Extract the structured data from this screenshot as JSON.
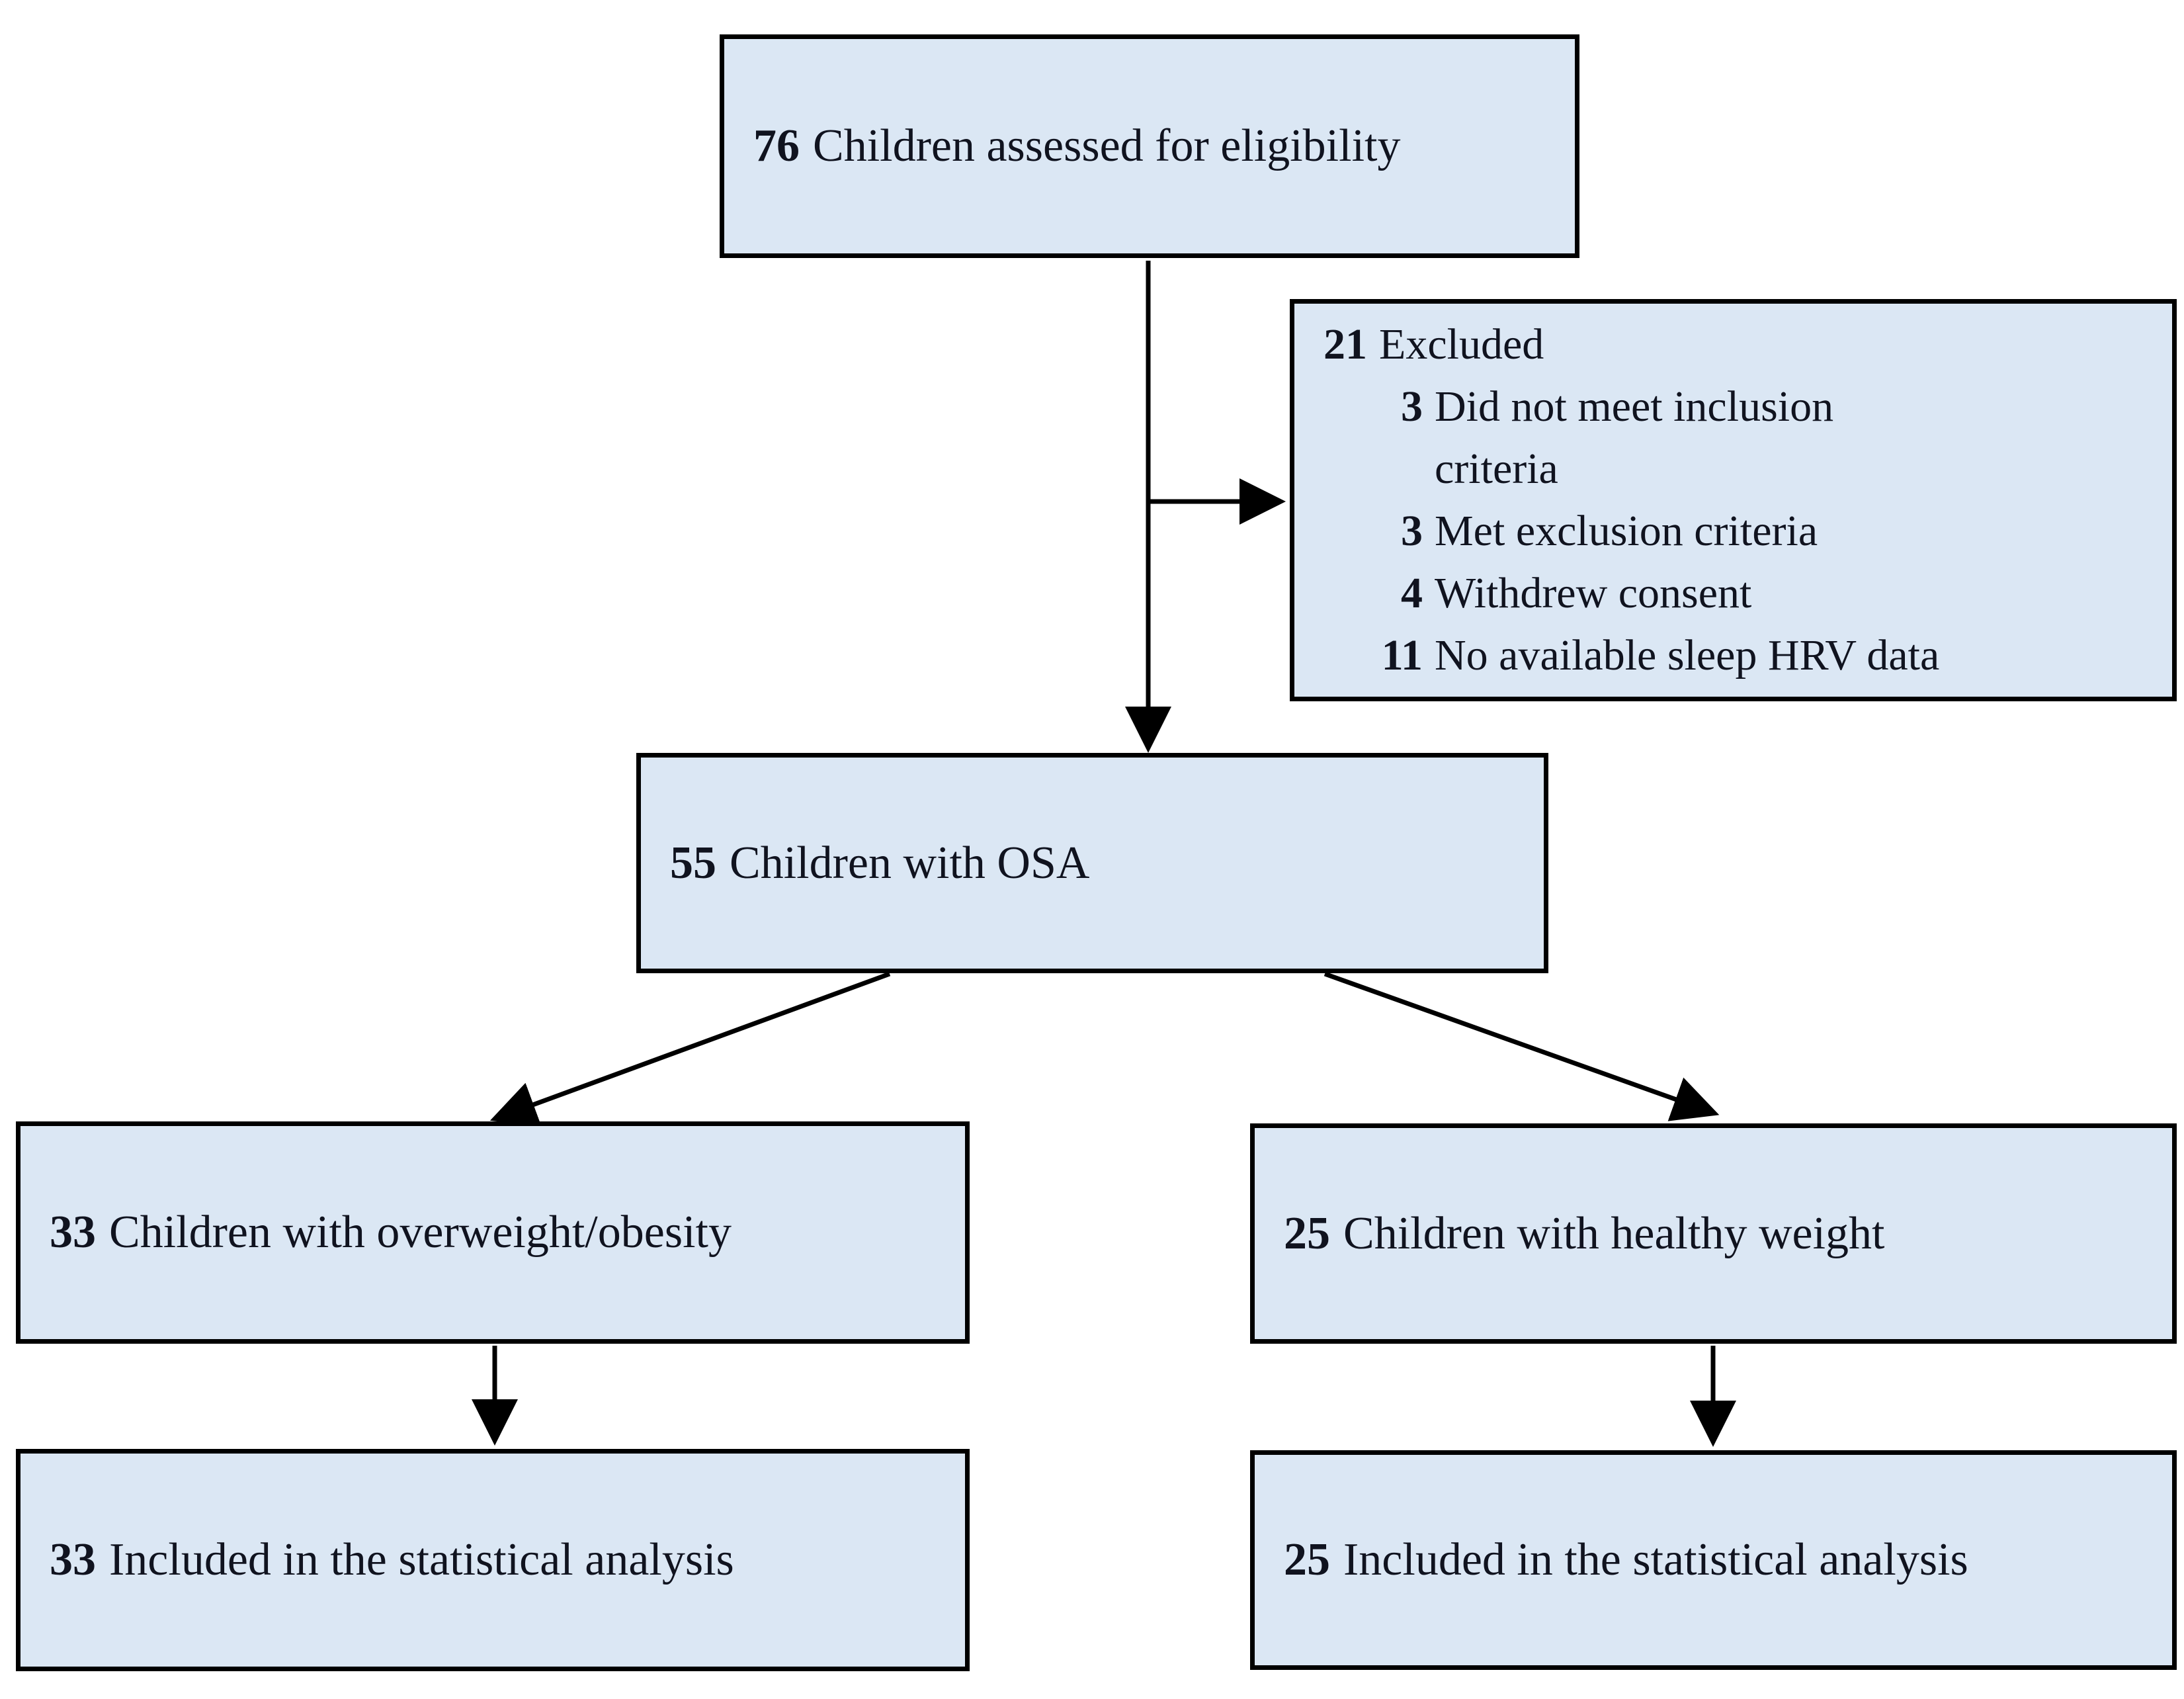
{
  "diagram": {
    "kind": "participant-flow-chart",
    "colors": {
      "box_fill": "#dbe7f4",
      "box_border": "#000000",
      "arrow": "#000000",
      "text": "#10131f",
      "background": "#ffffff"
    },
    "boxes": {
      "eligibility": {
        "count": "76",
        "label": "Children assessed for eligibility"
      },
      "excluded": {
        "count": "21",
        "label": "Excluded",
        "reasons": [
          {
            "count": "3",
            "text": "Did not meet inclusion\ncriteria"
          },
          {
            "count": "3",
            "text": "Met exclusion criteria"
          },
          {
            "count": "4",
            "text": "Withdrew consent"
          },
          {
            "count": "11",
            "text": "No available sleep HRV data"
          }
        ]
      },
      "osa": {
        "count": "55",
        "label": "Children with OSA"
      },
      "overweight": {
        "count": "33",
        "label": "Children with overweight/obesity"
      },
      "healthy": {
        "count": "25",
        "label": "Children with healthy weight"
      },
      "overweight_included": {
        "count": "33",
        "label": "Included in the statistical analysis"
      },
      "healthy_included": {
        "count": "25",
        "label": "Included in the statistical analysis"
      }
    }
  }
}
